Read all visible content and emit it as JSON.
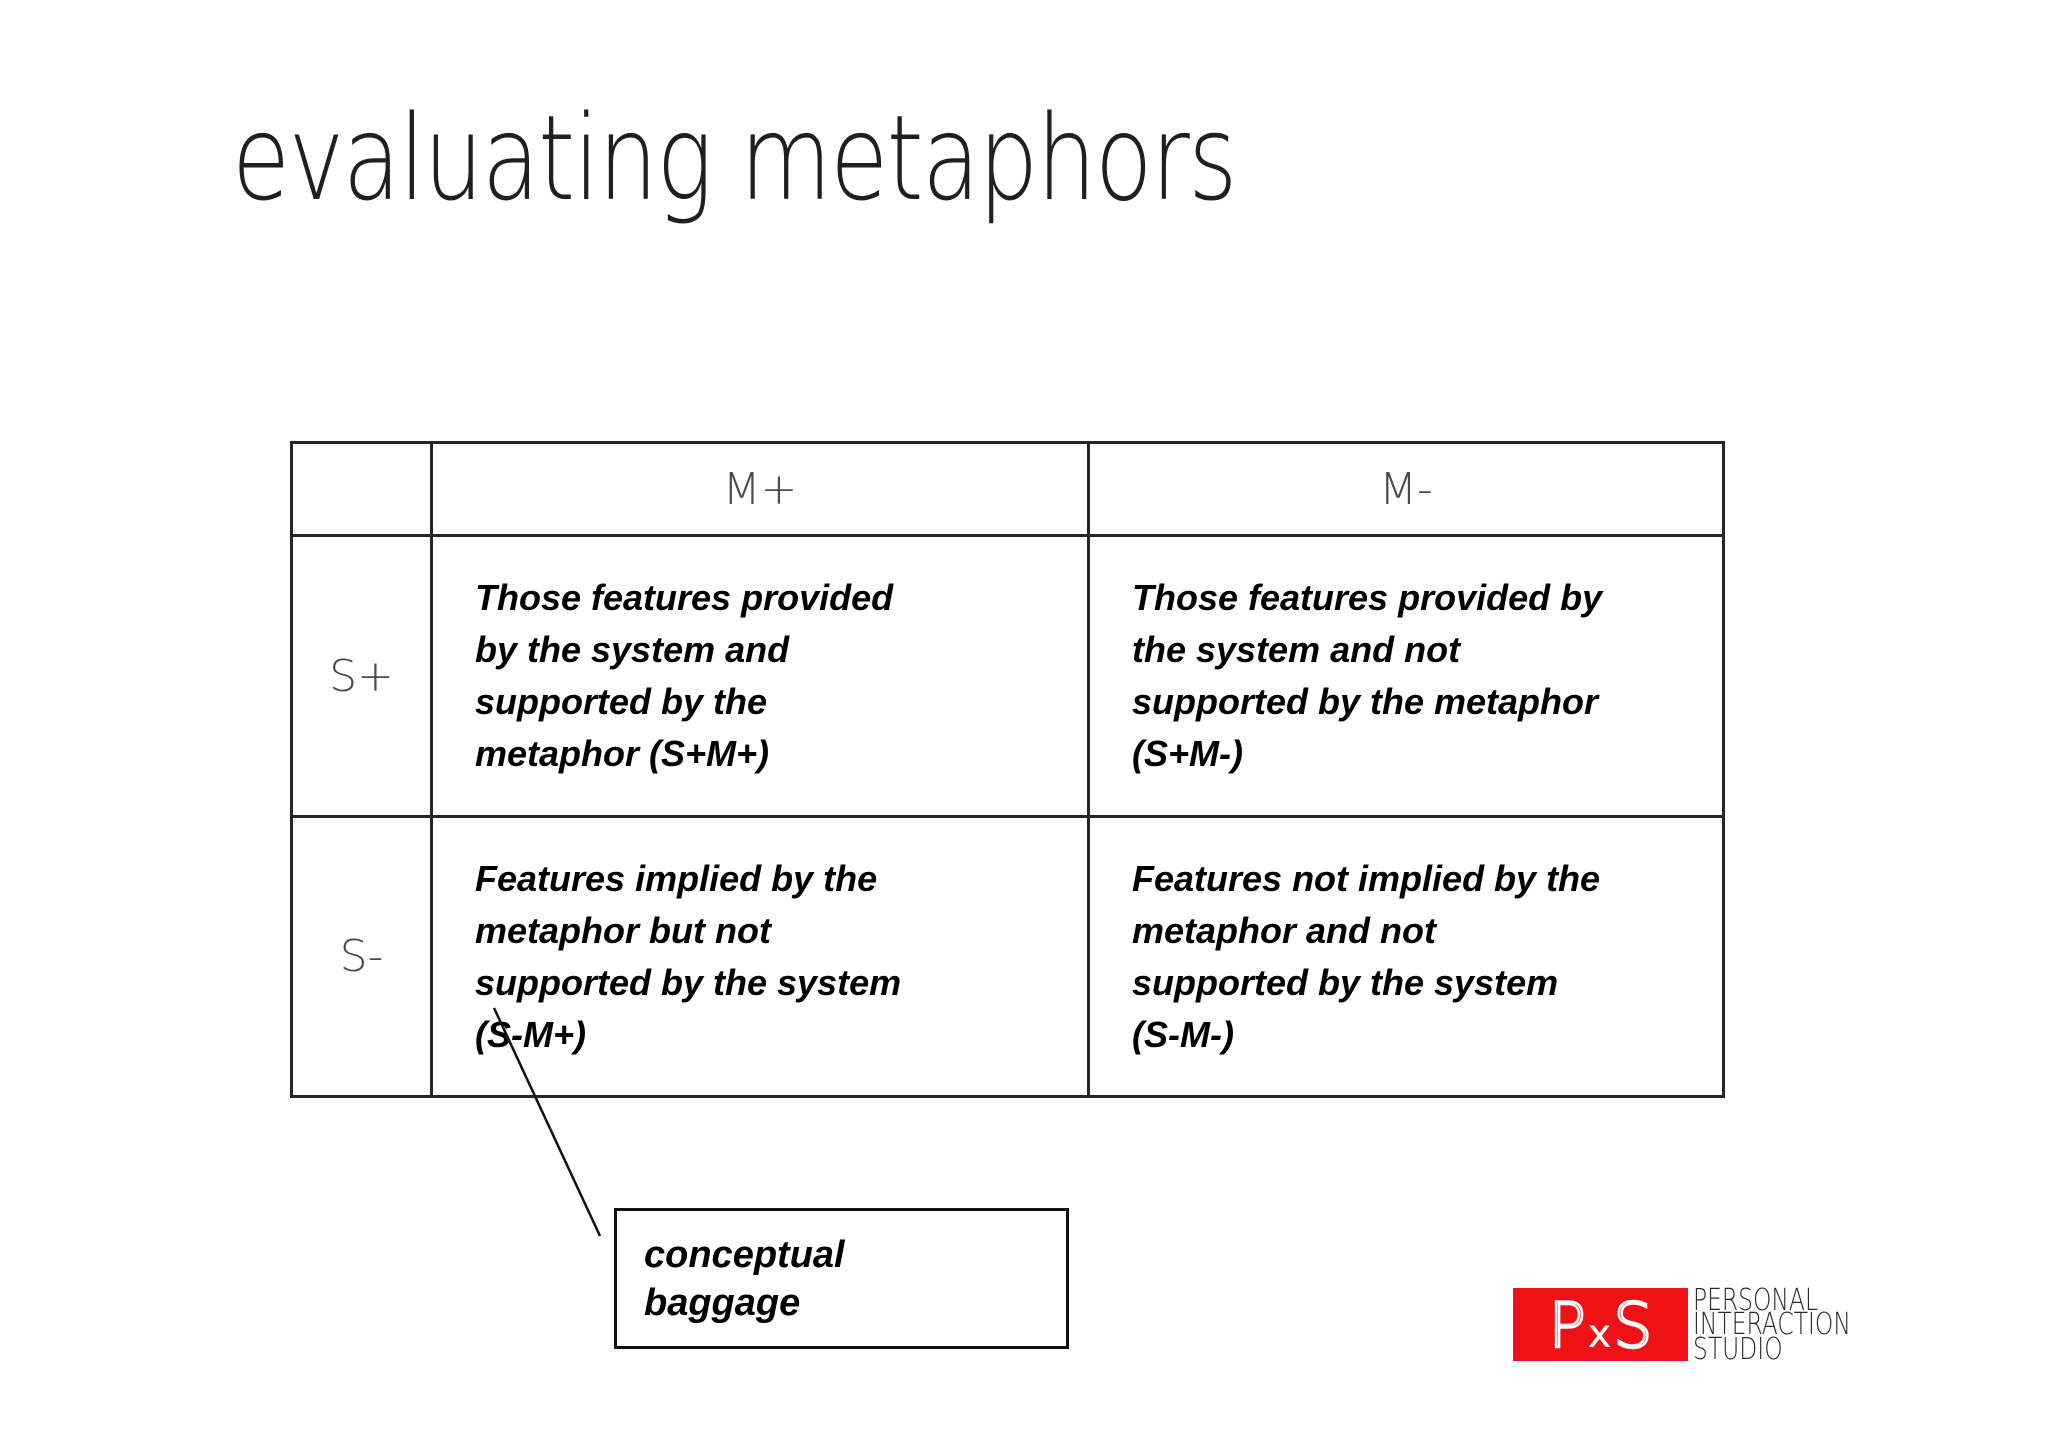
{
  "slide": {
    "title": "evaluating metaphors"
  },
  "matrix": {
    "col_headers": [
      "M+",
      "M-"
    ],
    "row_headers": [
      "S+",
      "S-"
    ],
    "cells": {
      "s_plus_m_plus": "Those features provided\nby the system and\nsupported by the\nmetaphor (S+M+)",
      "s_plus_m_minus": "Those features provided by\nthe system and not\nsupported by the metaphor\n(S+M-)",
      "s_minus_m_plus": "Features implied by the\nmetaphor but not\nsupported by the system\n(S-M+)",
      "s_minus_m_minus": "Features not implied by the\nmetaphor and not\nsupported by the system\n(S-M-)"
    }
  },
  "callout": {
    "label": "conceptual\nbaggage"
  },
  "logo": {
    "monogram": {
      "p": "P",
      "x": "x",
      "s": "S"
    },
    "lines": [
      "PERSONAL",
      "INTERACTION",
      "STUDIO"
    ],
    "accent_color": "#ee1216",
    "text_color": "#2b2b2b"
  },
  "style": {
    "table_border_color": "#262626",
    "line_color": "#111111"
  }
}
